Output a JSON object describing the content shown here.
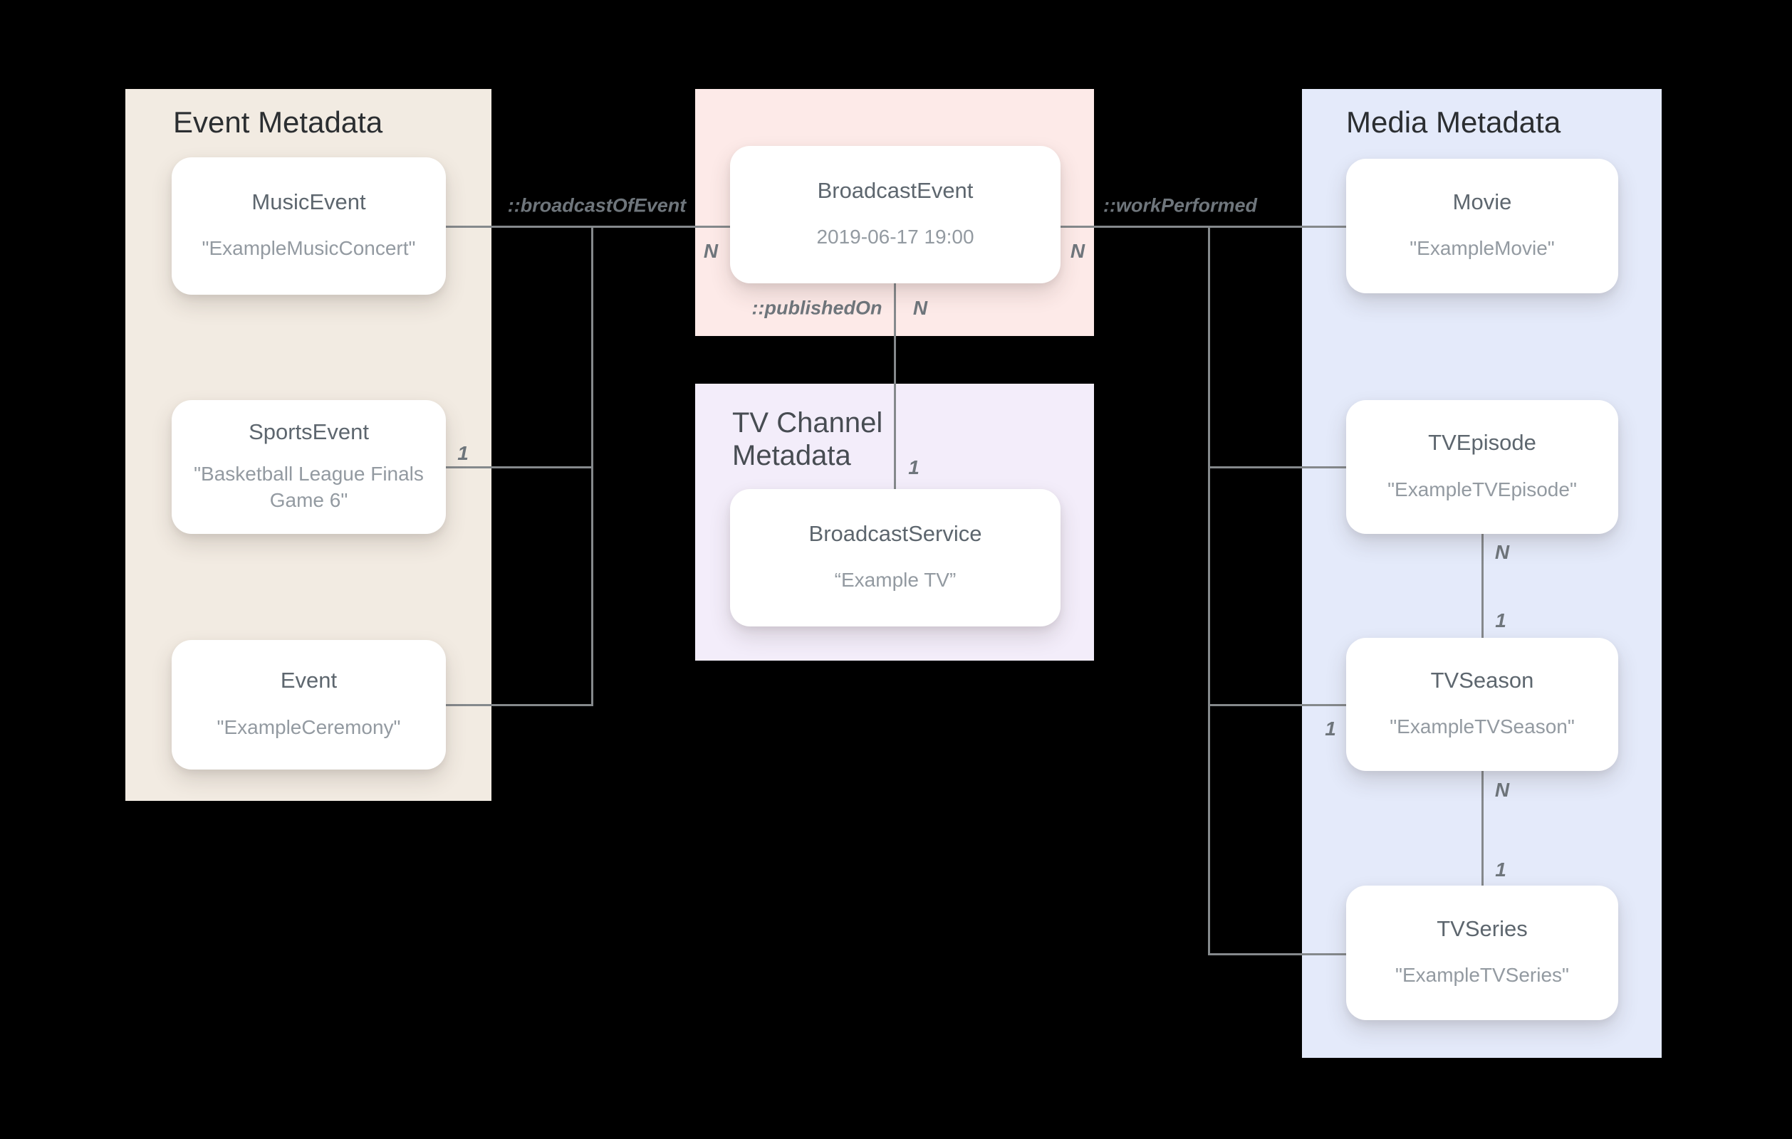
{
  "colors": {
    "line": "#85898c",
    "label": "#6f767c",
    "card_title": "#5d666e",
    "card_subtitle": "#939aa1",
    "panel_title": "#2b2e31",
    "panel_title_soft": "#474c52",
    "bg_page": "#000000",
    "bg_event": "#f2ebe2",
    "bg_broadcast": "#fdeae8",
    "bg_tv": "#f3edfa",
    "bg_media": "#e4eafa",
    "bg_card": "#ffffff"
  },
  "panels": {
    "event": {
      "title": "Event Metadata"
    },
    "tv_channel": {
      "title": "TV Channel Metadata"
    },
    "media": {
      "title": "Media Metadata"
    }
  },
  "cards": {
    "music_event": {
      "title": "MusicEvent",
      "subtitle": "\"ExampleMusicConcert\""
    },
    "sports_event": {
      "title": "SportsEvent",
      "subtitle": "\"Basketball League Finals Game 6\""
    },
    "event": {
      "title": "Event",
      "subtitle": "\"ExampleCeremony\""
    },
    "broadcast_event": {
      "title": "BroadcastEvent",
      "subtitle": "2019-06-17 19:00"
    },
    "broadcast_service": {
      "title": "BroadcastService",
      "subtitle": "“Example TV”"
    },
    "movie": {
      "title": "Movie",
      "subtitle": "\"ExampleMovie\""
    },
    "tv_episode": {
      "title": "TVEpisode",
      "subtitle": "\"ExampleTVEpisode\""
    },
    "tv_season": {
      "title": "TVSeason",
      "subtitle": "\"ExampleTVSeason\""
    },
    "tv_series": {
      "title": "TVSeries",
      "subtitle": "\"ExampleTVSeries\""
    }
  },
  "relations": {
    "broadcast_of_event": "::broadcastOfEvent",
    "published_on": "::publishedOn",
    "work_performed": "::workPerformed"
  },
  "cardinalities": {
    "broadcast_left_n": "N",
    "work_right_n": "N",
    "published_n": "N",
    "published_1": "1",
    "sports_1": "1",
    "season_1": "1",
    "episode_season_n": "N",
    "episode_season_1": "1",
    "season_series_n": "N",
    "season_series_1": "1"
  }
}
